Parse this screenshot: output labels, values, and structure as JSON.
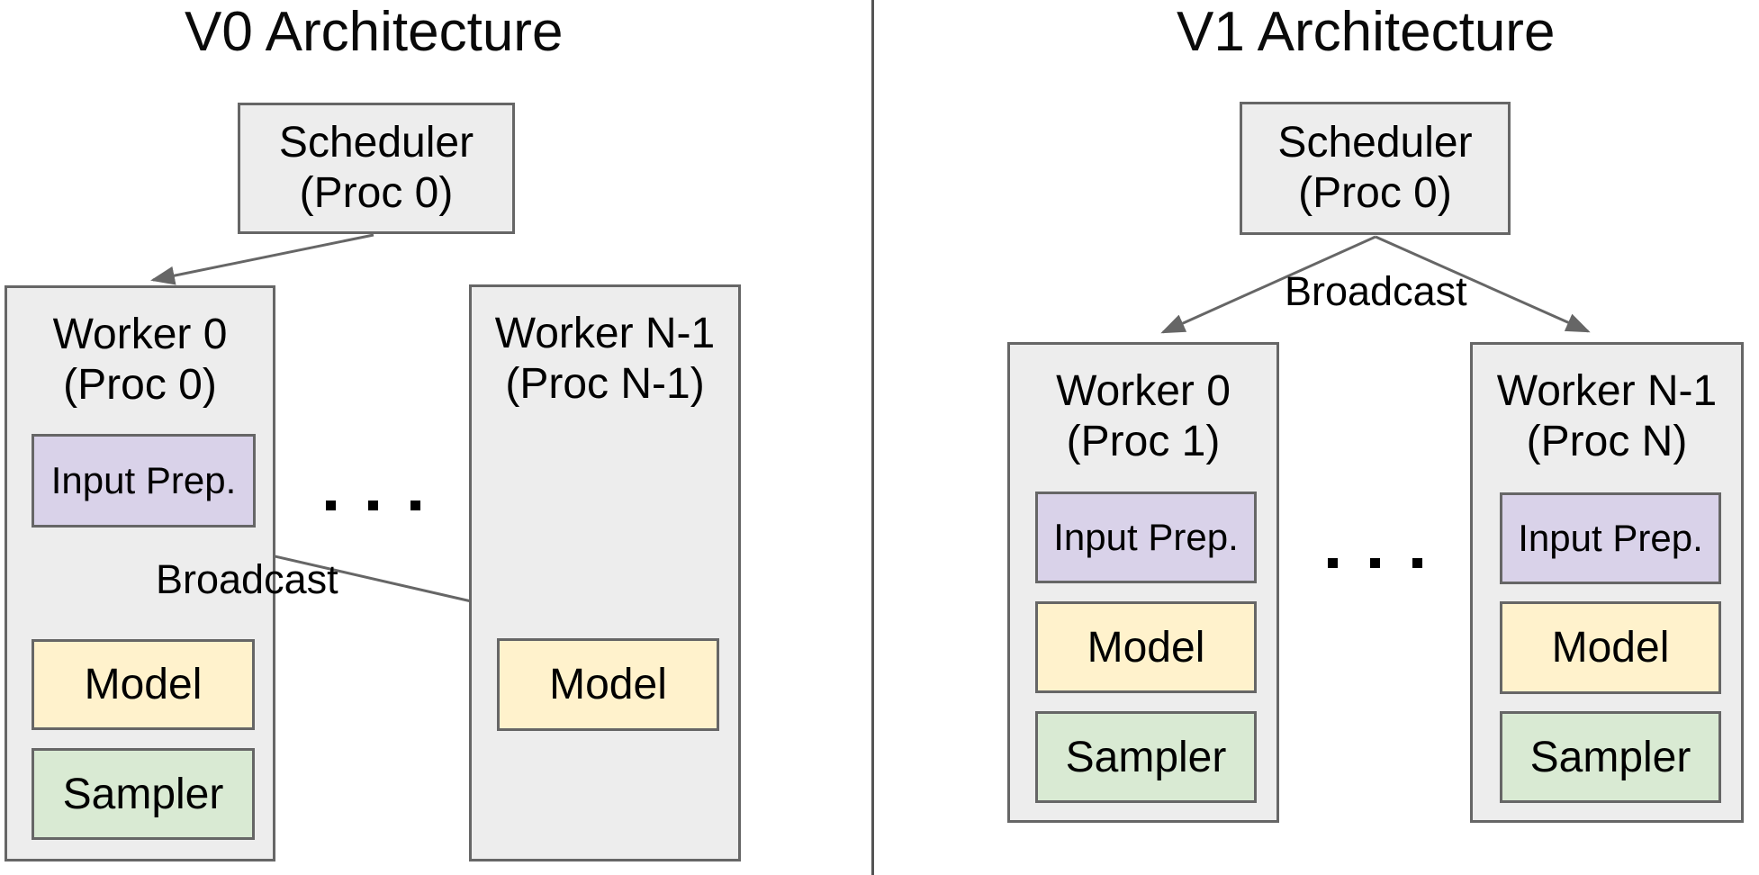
{
  "panels": {
    "v0": {
      "title": "V0 Architecture",
      "scheduler": {
        "name": "Scheduler",
        "proc": "(Proc 0)"
      },
      "broadcast": "Broadcast",
      "ellipsis": ". . .",
      "workers": {
        "worker0": {
          "name": "Worker 0",
          "proc": "(Proc 0)",
          "blocks": {
            "input_prep": "Input Prep.",
            "model": "Model",
            "sampler": "Sampler"
          }
        },
        "workerN": {
          "name": "Worker N-1",
          "proc": "(Proc N-1)",
          "blocks": {
            "model": "Model"
          }
        }
      }
    },
    "v1": {
      "title": "V1 Architecture",
      "scheduler": {
        "name": "Scheduler",
        "proc": "(Proc 0)"
      },
      "broadcast": "Broadcast",
      "ellipsis": ". . .",
      "workers": {
        "worker0": {
          "name": "Worker 0",
          "proc": "(Proc 1)",
          "blocks": {
            "input_prep": "Input Prep.",
            "model": "Model",
            "sampler": "Sampler"
          }
        },
        "workerN": {
          "name": "Worker N-1",
          "proc": "(Proc N)",
          "blocks": {
            "input_prep": "Input Prep.",
            "model": "Model",
            "sampler": "Sampler"
          }
        }
      }
    }
  },
  "colors": {
    "container_fill": "#ededed",
    "container_border": "#666666",
    "input_prep_fill": "#d9d2e9",
    "model_fill": "#fff2cc",
    "sampler_fill": "#d9ead3",
    "arrow": "#666666",
    "divider": "#555555",
    "text": "#000000"
  }
}
